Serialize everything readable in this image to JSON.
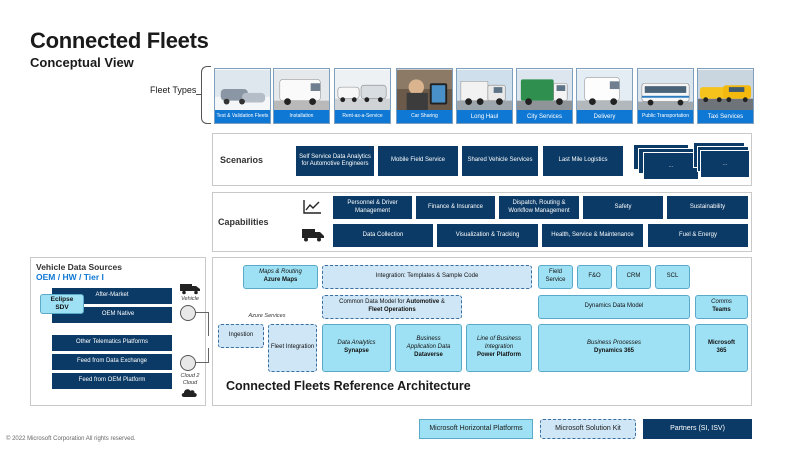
{
  "header": {
    "title": "Connected Fleets",
    "subtitle": "Conceptual View",
    "fleet_types_label": "Fleet Types"
  },
  "fleet_types": [
    "Test & Validation Fleets",
    "Installation",
    "Rent-as-a-Service",
    "Car Sharing",
    "Long Haul",
    "City Services",
    "Delivery",
    "Public Transportation",
    "Taxi Services"
  ],
  "scenarios": {
    "label": "Scenarios",
    "items": [
      "Self Service Data Analytics for Automotive Engineers",
      "Mobile Field Service",
      "Shared Vehicle Services",
      "Last Mile Logistics"
    ],
    "more": "..."
  },
  "capabilities": {
    "label": "Capabilities",
    "row1": [
      "Personnel & Driver Management",
      "Finance & Insurance",
      "Dispatch, Routing & Workflow Management",
      "Safety",
      "Sustainability"
    ],
    "row2": [
      "Data Collection",
      "Visualization & Tracking",
      "Health, Service & Maintenance",
      "Fuel & Energy"
    ]
  },
  "vehicle_sources": {
    "title": "Vehicle Data Sources",
    "subtitle": "OEM / HW / Tier I",
    "eclipse_line1": "Eclipse",
    "eclipse_line2": "SDV",
    "after_market": "After-Market",
    "oem_native": "OEM Native",
    "other_telematics": "Other Telematics Platforms",
    "feed_exchange": "Feed from Data Exchange",
    "feed_oem": "Feed from OEM Platform",
    "vehicle_label": "Vehicle",
    "cloud_label": "Cloud 2 Cloud"
  },
  "architecture": {
    "title": "Connected Fleets Reference Architecture",
    "maps_line1": "Maps & Routing",
    "maps_line2": "Azure Maps",
    "integration": "Integration: Templates & Sample Code",
    "field_service": "Field Service",
    "fno": "F&O",
    "crm": "CRM",
    "scl": "SCL",
    "cdm_pre": "Common Data Model for ",
    "cdm_automotive": "Automotive",
    "cdm_amp": " & ",
    "cdm_fleet": "Fleet Operations",
    "dynamics_data_model": "Dynamics Data Model",
    "comms_line1": "Comms",
    "comms_line2": "Teams",
    "azure_services": "Azure Services",
    "ingestion": "Ingestion",
    "fleet_integration": "Fleet Integration",
    "analytics_line1": "Data Analytics",
    "analytics_line2": "Synapse",
    "dataverse_line1": "Business Application Data",
    "dataverse_line2": "Dataverse",
    "power_line1": "Line of Business Integration",
    "power_line2": "Power Platform",
    "d365_line1": "Business Processes",
    "d365_line2": "Dynamics 365",
    "m365_line1": "Microsoft",
    "m365_line2": "365"
  },
  "legend": {
    "horizontal": "Microsoft Horizontal Platforms",
    "solution_kit": "Microsoft Solution Kit",
    "partners": "Partners (SI, ISV)"
  },
  "copyright": "© 2022 Microsoft Corporation All rights reserved."
}
